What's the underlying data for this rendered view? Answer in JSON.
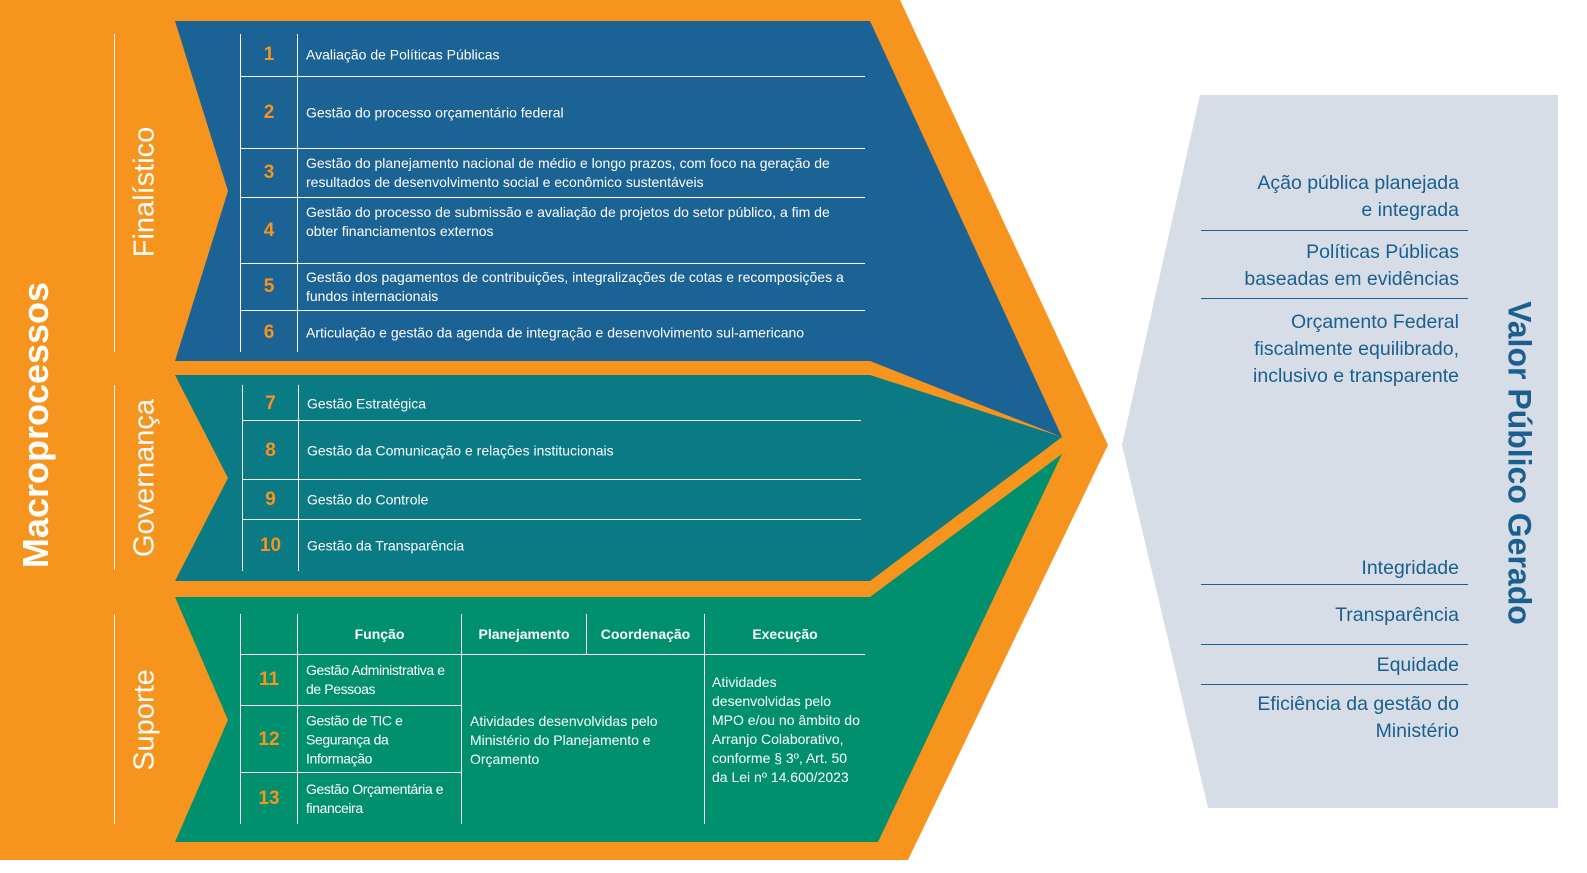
{
  "colors": {
    "orange": "#f7941d",
    "finalistico": "#1b6295",
    "governanca": "#0a7a85",
    "suporte": "#00906d",
    "valor_bg": "#d6dde6",
    "valor_text": "#1a5f8f"
  },
  "macroprocessos_label": "Macroprocessos",
  "groups": [
    {
      "label": "Finalístico",
      "items": [
        {
          "num": "1",
          "text": "Avaliação de Políticas Públicas"
        },
        {
          "num": "2",
          "text": "Gestão do processo orçamentário federal"
        },
        {
          "num": "3",
          "text": "Gestão do planejamento nacional de médio e longo prazos, com foco na geração de resultados de desenvolvimento social e econômico sustentáveis"
        },
        {
          "num": "4",
          "text": "Gestão do processo de submissão e avaliação de projetos do setor público, a fim de obter financiamentos externos"
        },
        {
          "num": "5",
          "text": "Gestão dos pagamentos de contribuições, integralizações de cotas e recomposições a fundos internacionais"
        },
        {
          "num": "6",
          "text": "Articulação e gestão da agenda de integração e desenvolvimento sul-americano"
        }
      ]
    },
    {
      "label": "Governança",
      "items": [
        {
          "num": "7",
          "text": "Gestão Estratégica"
        },
        {
          "num": "8",
          "text": "Gestão da Comunicação e relações institucionais"
        },
        {
          "num": "9",
          "text": "Gestão do Controle"
        },
        {
          "num": "10",
          "text": "Gestão da Transparência"
        }
      ]
    },
    {
      "label": "Suporte",
      "headers": [
        "Função",
        "Planejamento",
        "Coordenação",
        "Execução"
      ],
      "items": [
        {
          "num": "11",
          "text": "Gestão Administrativa e de Pessoas"
        },
        {
          "num": "12",
          "text": "Gestão de TIC e Segurança da Informação"
        },
        {
          "num": "13",
          "text": "Gestão Orçamentária e financeira"
        }
      ],
      "planejamento_coordenacao": "Atividades desenvolvidas pelo Ministério do Planejamento e Orçamento",
      "execucao": "Atividades desenvolvidas pelo MPO e/ou no âmbito do Arranjo Colaborativo, conforme § 3º, Art. 50 da Lei nº 14.600/2023"
    }
  ],
  "valor": {
    "title": "Valor Público Gerado",
    "items": [
      "Ação pública planejada e integrada",
      "Políticas Públicas baseadas em evidências",
      "Orçamento Federal fiscalmente equilibrado, inclusivo e transparente",
      "Integridade",
      "Transparência",
      "Equidade",
      "Eficiência da gestão do Ministério"
    ]
  }
}
